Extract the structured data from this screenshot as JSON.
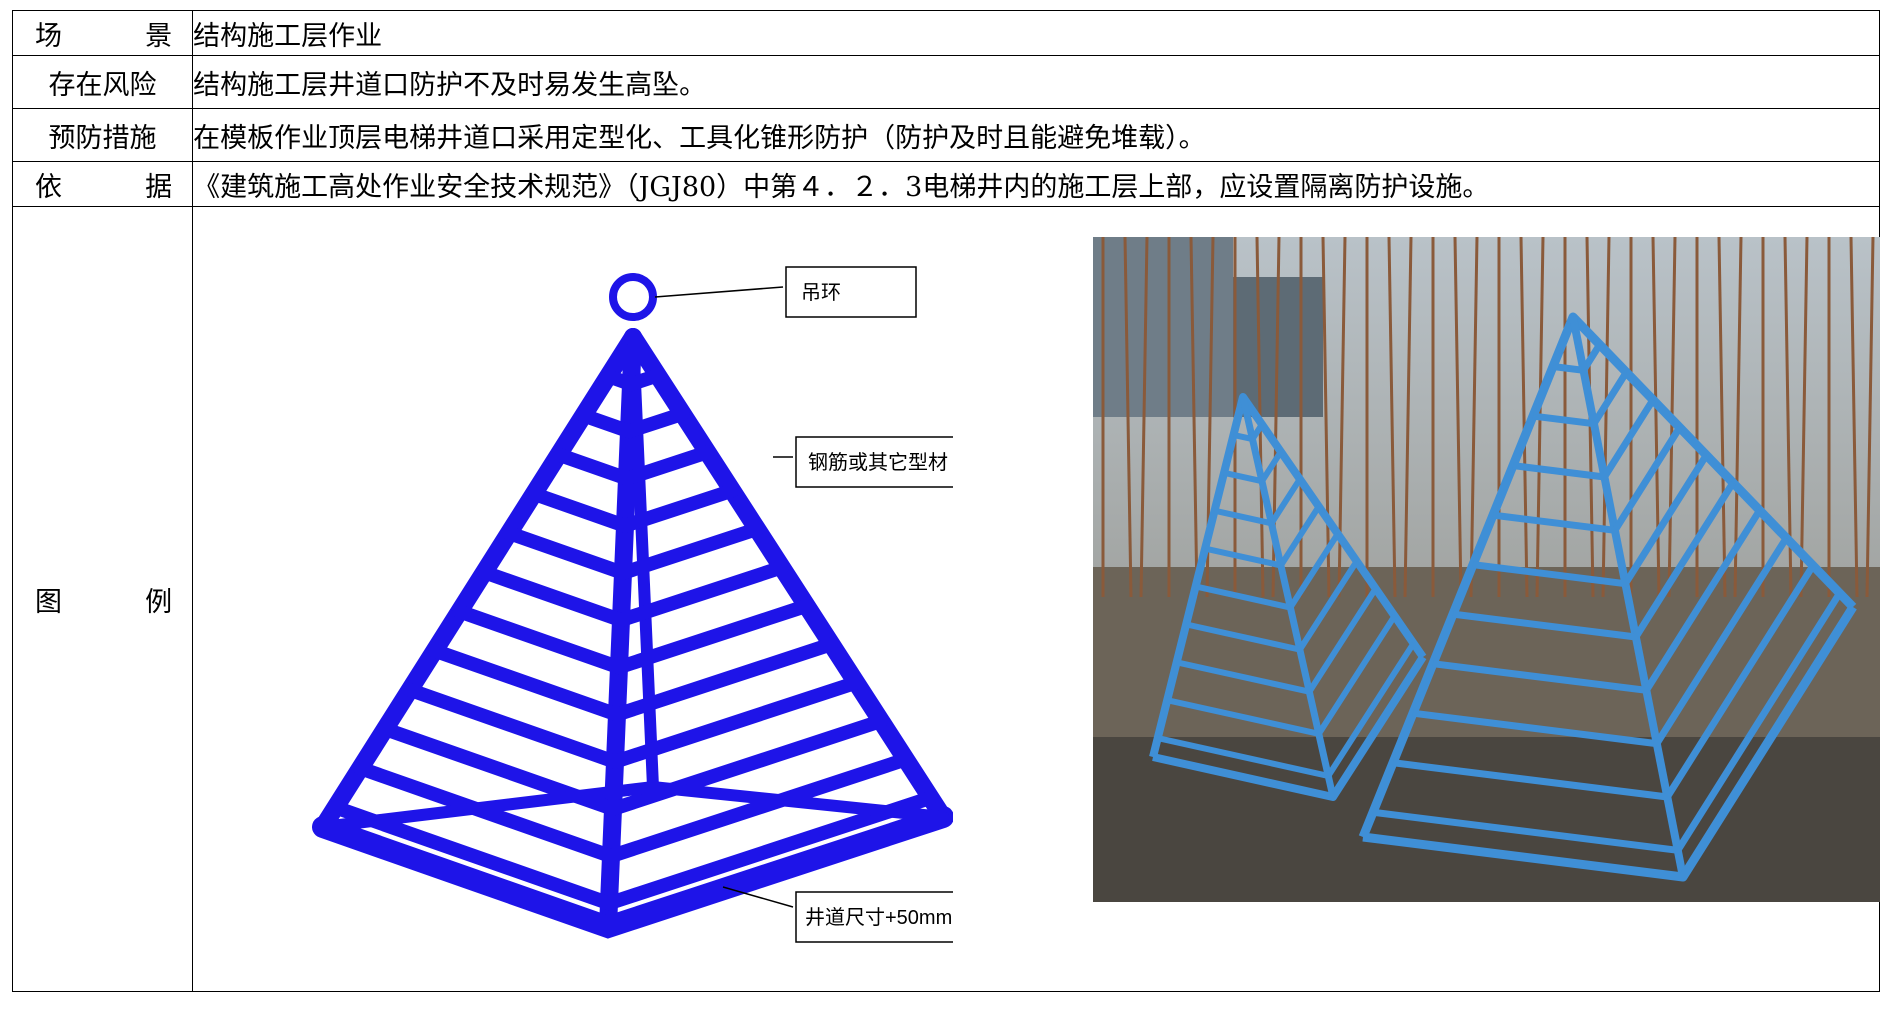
{
  "table": {
    "rows": [
      {
        "label_chars": [
          "场",
          "景"
        ],
        "content": "结构施工层作业"
      },
      {
        "label_chars": [
          "存在风险"
        ],
        "content": "结构施工层井道口防护不及时易发生高坠。"
      },
      {
        "label_chars": [
          "预防措施"
        ],
        "content": "在模板作业顶层电梯井道口采用定型化、工具化锥形防护（防护及时且能避免堆载）。"
      },
      {
        "label_chars": [
          "依",
          "据"
        ],
        "content": "《建筑施工高处作业安全技术规范》（JGJ80）中第４．２．3电梯井内的施工层上部，应设置隔离防护设施。"
      },
      {
        "label_chars": [
          "图",
          "例"
        ],
        "content": ""
      }
    ]
  },
  "diagram": {
    "callouts": {
      "ring": "吊环",
      "rebar": "钢筋或其它型材",
      "size": "井道尺寸+50mm"
    },
    "colors": {
      "frame": "#1e14e8",
      "frame_dark": "#0a0899"
    }
  },
  "photo": {
    "description_icon": "construction-photo",
    "colors": {
      "frame": "#3f8fd6",
      "rebar": "#8a5a3a"
    }
  }
}
